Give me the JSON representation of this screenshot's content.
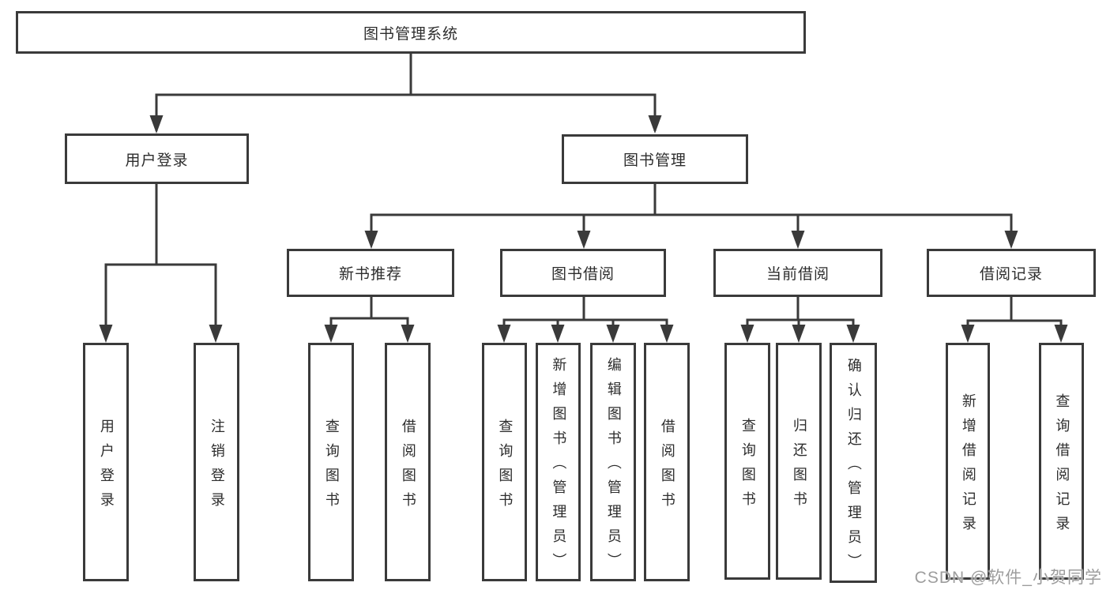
{
  "diagram": {
    "type": "hierarchy-tree",
    "watermark": "CSDN @软件_小贺同学",
    "colors": {
      "line": "#3a3a3a",
      "box_border": "#3a3a3a",
      "text": "#2d2d2d",
      "background": "#ffffff",
      "watermark_text": "#9d9d9d"
    },
    "tree": {
      "root": {
        "label": "图书管理系统"
      },
      "level2": [
        {
          "id": "user-login",
          "label": "用户登录",
          "parent": "root"
        },
        {
          "id": "book-management",
          "label": "图书管理",
          "parent": "root"
        }
      ],
      "level3": [
        {
          "id": "new-book-recommend",
          "label": "新书推荐",
          "parent": "book-management"
        },
        {
          "id": "book-borrow",
          "label": "图书借阅",
          "parent": "book-management"
        },
        {
          "id": "current-borrow",
          "label": "当前借阅",
          "parent": "book-management"
        },
        {
          "id": "borrow-records",
          "label": "借阅记录",
          "parent": "book-management"
        }
      ],
      "leaves": [
        {
          "label": "用户登录",
          "parent": "user-login"
        },
        {
          "label": "注销登录",
          "parent": "user-login"
        },
        {
          "label": "查询图书",
          "parent": "new-book-recommend"
        },
        {
          "label": "借阅图书",
          "parent": "new-book-recommend"
        },
        {
          "label": "查询图书",
          "parent": "book-borrow"
        },
        {
          "label": "新增图书（管理员）",
          "parent": "book-borrow"
        },
        {
          "label": "编辑图书（管理员）",
          "parent": "book-borrow"
        },
        {
          "label": "借阅图书",
          "parent": "book-borrow"
        },
        {
          "label": "查询图书",
          "parent": "current-borrow"
        },
        {
          "label": "归还图书",
          "parent": "current-borrow"
        },
        {
          "label": "确认归还（管理员）",
          "parent": "current-borrow"
        },
        {
          "label": "新增借阅记录",
          "parent": "borrow-records"
        },
        {
          "label": "查询借阅记录",
          "parent": "borrow-records"
        }
      ]
    }
  }
}
